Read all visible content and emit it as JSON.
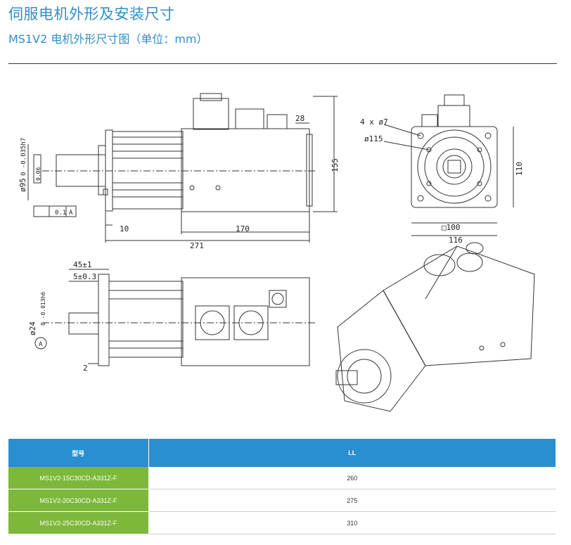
{
  "title": "伺服电机外形及安装尺寸",
  "subtitle": "MS1V2 电机外形尺寸图（单位：mm）",
  "drawing": {
    "side_view": {
      "flange_diameter": "ø95",
      "tolerance": "0\n-0.035h7",
      "dim_28": "28",
      "dim_155": "155",
      "dim_10": "10",
      "dim_170": "170",
      "dim_271": "271",
      "gdt_perp": "0.1",
      "gdt_ref": "A",
      "gdt_runout": "0.06"
    },
    "front_view": {
      "holes": "4 x ø7",
      "bolt_circle": "ø115",
      "dim_100": "□100",
      "dim_110": "110",
      "dim_116": "116"
    },
    "top_view": {
      "dim_45": "45±1",
      "dim_5": "5±0.3",
      "shaft": "ø24",
      "shaft_tol": "0 -0.013h6",
      "datum": "A",
      "dim_2": "2"
    }
  },
  "table": {
    "headers": [
      "型号",
      "LL"
    ],
    "rows": [
      {
        "model": "MS1V2-15C30CD-A331Z-F",
        "ll": "260"
      },
      {
        "model": "MS1V2-20C30CD-A331Z-F",
        "ll": "275"
      },
      {
        "model": "MS1V2-25C30CD-A331Z-F",
        "ll": "310"
      }
    ]
  },
  "colors": {
    "accent": "#2f8ec9",
    "header": "#2a8fd0",
    "model_cell": "#7db83a"
  }
}
